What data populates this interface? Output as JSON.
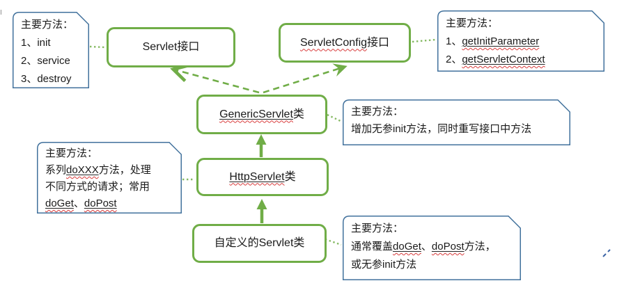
{
  "colors": {
    "shape_green": "#70ad47",
    "note_blue": "#41719c",
    "squiggle_red": "#d83b3b",
    "text": "#1a1a1a"
  },
  "boxes": [
    {
      "name": "servlet-interface",
      "lines": [
        [
          {
            "t": "Servlet接口",
            "s": "plain"
          }
        ]
      ]
    },
    {
      "name": "servletconfig-interface",
      "lines": [
        [
          {
            "t": "ServletConfig",
            "s": "wavy"
          },
          {
            "t": "接口",
            "s": "plain"
          }
        ]
      ]
    },
    {
      "name": "generic-servlet-class",
      "lines": [
        [
          {
            "t": "GenericServlet",
            "s": "mark"
          },
          {
            "t": "类",
            "s": "plain"
          }
        ]
      ]
    },
    {
      "name": "http-servlet-class",
      "lines": [
        [
          {
            "t": "HttpServlet",
            "s": "mark"
          },
          {
            "t": "类",
            "s": "plain"
          }
        ]
      ]
    },
    {
      "name": "custom-servlet-class",
      "lines": [
        [
          {
            "t": "自定义的Servlet类",
            "s": "plain"
          }
        ]
      ]
    }
  ],
  "notes": [
    {
      "name": "servlet-interface-methods",
      "lines": [
        [
          {
            "t": "主要方法：",
            "s": "plain"
          }
        ],
        [
          {
            "t": "1、init",
            "s": "plain"
          }
        ],
        [
          {
            "t": "2、service",
            "s": "plain"
          }
        ],
        [
          {
            "t": "3、destroy",
            "s": "plain"
          }
        ]
      ]
    },
    {
      "name": "servletconfig-methods",
      "lines": [
        [
          {
            "t": "主要方法：",
            "s": "plain"
          }
        ],
        [
          {
            "t": "1、",
            "s": "plain"
          },
          {
            "t": "getInitParameter",
            "s": "mark"
          }
        ],
        [
          {
            "t": "2、",
            "s": "plain"
          },
          {
            "t": "getServletContext",
            "s": "mark"
          }
        ]
      ]
    },
    {
      "name": "generic-servlet-methods",
      "lines": [
        [
          {
            "t": "主要方法：",
            "s": "plain"
          }
        ],
        [
          {
            "t": "增加无参init方法，同时重写接口中方法",
            "s": "plain"
          }
        ]
      ]
    },
    {
      "name": "http-servlet-methods",
      "lines": [
        [
          {
            "t": "主要方法：",
            "s": "plain"
          }
        ],
        [
          {
            "t": "系列",
            "s": "plain"
          },
          {
            "t": "doXXX",
            "s": "mark"
          },
          {
            "t": "方法，处理",
            "s": "plain"
          }
        ],
        [
          {
            "t": "不同方式的请求；常用",
            "s": "plain"
          }
        ],
        [
          {
            "t": "doGet",
            "s": "mark"
          },
          {
            "t": "、",
            "s": "plain"
          },
          {
            "t": "doPost",
            "s": "mark"
          }
        ]
      ]
    },
    {
      "name": "custom-servlet-methods",
      "lines": [
        [
          {
            "t": "主要方法：",
            "s": "plain"
          }
        ],
        [
          {
            "t": "通常覆盖",
            "s": "plain"
          },
          {
            "t": "doGet",
            "s": "mark"
          },
          {
            "t": "、",
            "s": "plain"
          },
          {
            "t": "doPost",
            "s": "mark"
          },
          {
            "t": "方法，",
            "s": "plain"
          }
        ],
        [
          {
            "t": "或无参init方法",
            "s": "plain"
          }
        ]
      ]
    }
  ],
  "connections": [
    {
      "from": "generic-servlet-class",
      "to": "servlet-interface",
      "style": "dashed-arrow"
    },
    {
      "from": "generic-servlet-class",
      "to": "servletconfig-interface",
      "style": "dashed-arrow"
    },
    {
      "from": "http-servlet-class",
      "to": "generic-servlet-class",
      "style": "solid-arrow"
    },
    {
      "from": "custom-servlet-class",
      "to": "http-servlet-class",
      "style": "solid-arrow"
    },
    {
      "from": "servlet-interface-methods",
      "to": "servlet-interface",
      "style": "dotted-line"
    },
    {
      "from": "servletconfig-interface",
      "to": "servletconfig-methods",
      "style": "dotted-line"
    },
    {
      "from": "generic-servlet-class",
      "to": "generic-servlet-methods",
      "style": "dotted-line"
    },
    {
      "from": "http-servlet-methods",
      "to": "http-servlet-class",
      "style": "dotted-line"
    },
    {
      "from": "custom-servlet-class",
      "to": "custom-servlet-methods",
      "style": "dotted-line"
    }
  ]
}
